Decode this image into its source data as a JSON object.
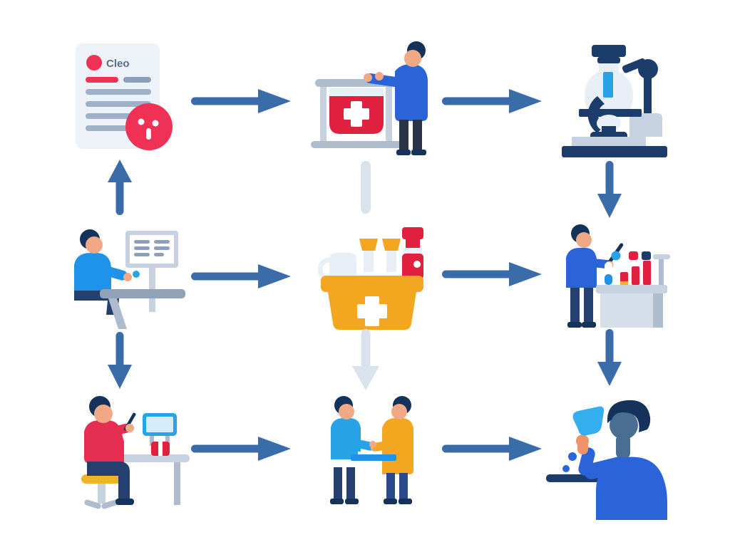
{
  "palette": {
    "arrow_blue": "#3b6caa",
    "arrow_light": "#d9e3ed",
    "navy": "#1c3c6b",
    "navy_dark": "#14325a",
    "ink": "#2a3347",
    "royal": "#2b64d9",
    "bright": "#1f93ea",
    "sky": "#29a3e8",
    "jeans": "#2a4a8c",
    "pants": "#25406e",
    "crimson": "#ee3154",
    "shirt_red": "#e62e52",
    "red": "#e0203f",
    "orange": "#f3a61f",
    "amber": "#f0b429",
    "skin": "#f1a885",
    "skin_deep": "#ef9468",
    "face": "#4a6e92",
    "glass": "#35aef0",
    "paper": "#edf2f9",
    "ice": "#e9eff7",
    "line_gray": "#8da0bb",
    "line_light": "#9fb1c8",
    "doc_text": "#5c6e89",
    "furniture": "#c6d2e0",
    "furniture_mid": "#aebccd",
    "furniture_dark": "#8fa2b8",
    "table_front": "#d6dfe9",
    "screen": "#d6ecfa",
    "white": "#ffffff"
  },
  "report": {
    "title": "Cleo"
  },
  "flow": {
    "nodes": [
      {
        "id": "medical-report",
        "icon": "document-alert-icon",
        "row": 1,
        "col": 1
      },
      {
        "id": "nurse-with-cart",
        "icon": "nurse-medical-cart-icon",
        "row": 1,
        "col": 2
      },
      {
        "id": "microscope",
        "icon": "microscope-icon",
        "row": 1,
        "col": 3
      },
      {
        "id": "clinician-desk",
        "icon": "person-at-desk-monitor-icon",
        "row": 2,
        "col": 1
      },
      {
        "id": "supply-box",
        "icon": "medical-supply-box-icon",
        "row": 2,
        "col": 2
      },
      {
        "id": "lab-technician",
        "icon": "lab-technician-test-tubes-icon",
        "row": 2,
        "col": 3
      },
      {
        "id": "patient-testing",
        "icon": "person-with-test-device-icon",
        "row": 3,
        "col": 1
      },
      {
        "id": "sample-handoff",
        "icon": "two-people-exchange-icon",
        "row": 3,
        "col": 2
      },
      {
        "id": "sample-drink",
        "icon": "person-raising-glass-icon",
        "row": 3,
        "col": 3
      }
    ],
    "connectors": [
      {
        "from": "medical-report",
        "to": "nurse-with-cart",
        "direction": "right",
        "style": "blue-arrow"
      },
      {
        "from": "nurse-with-cart",
        "to": "microscope",
        "direction": "right",
        "style": "blue-arrow"
      },
      {
        "from": "clinician-desk",
        "to": "medical-report",
        "direction": "up",
        "style": "blue-arrow"
      },
      {
        "from": "nurse-with-cart",
        "to": "supply-box",
        "direction": "down",
        "style": "light-bar"
      },
      {
        "from": "microscope",
        "to": "lab-technician",
        "direction": "down",
        "style": "blue-arrow"
      },
      {
        "from": "clinician-desk",
        "to": "supply-box",
        "direction": "right",
        "style": "blue-arrow"
      },
      {
        "from": "supply-box",
        "to": "lab-technician",
        "direction": "right",
        "style": "blue-arrow"
      },
      {
        "from": "clinician-desk",
        "to": "patient-testing",
        "direction": "down",
        "style": "blue-arrow"
      },
      {
        "from": "supply-box",
        "to": "sample-handoff",
        "direction": "down",
        "style": "light-arrow"
      },
      {
        "from": "lab-technician",
        "to": "sample-drink",
        "direction": "down",
        "style": "blue-arrow"
      },
      {
        "from": "patient-testing",
        "to": "sample-handoff",
        "direction": "right",
        "style": "blue-arrow"
      },
      {
        "from": "sample-handoff",
        "to": "sample-drink",
        "direction": "right",
        "style": "blue-arrow"
      }
    ]
  }
}
